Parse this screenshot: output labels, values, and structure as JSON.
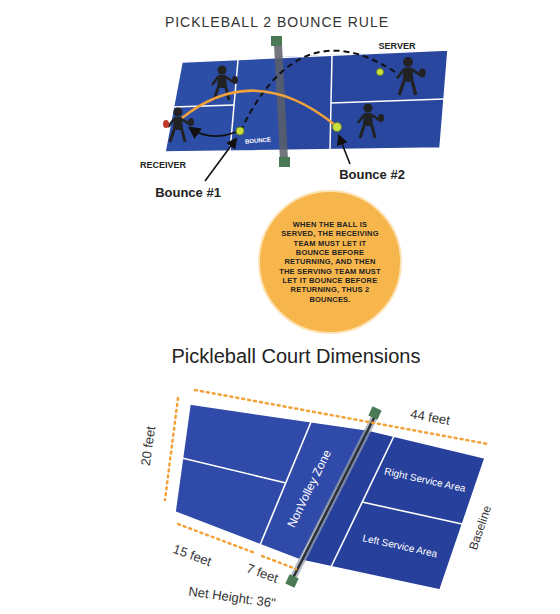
{
  "diagram": {
    "title": "PICKLEBALL 2 BOUNCE RULE",
    "nodes": [
      {
        "text": [
          "WHEN THE BALL IS SERVED, THE RECEIVING TEAM MUST LET IT BOUNCE BEFORE RETURNING, AND THEN THE SERVING TEAM MUST LET IT BOUNCE BEFORE RETURNING, THUS 2 BOUNCES."
        ]
      }
    ],
    "labels": [
      "SERVER",
      "RECEIVER",
      "BOUNCE",
      "Bounce #1",
      "Bounce #2",
      "Pickleball Court Dimensions",
      "20 feet",
      "44 feet",
      "NonVolley Zone",
      "Right Service Area",
      "Left Service Area",
      "Baseline",
      "15 feet",
      "7 feet",
      "Net Height: 36\""
    ]
  }
}
